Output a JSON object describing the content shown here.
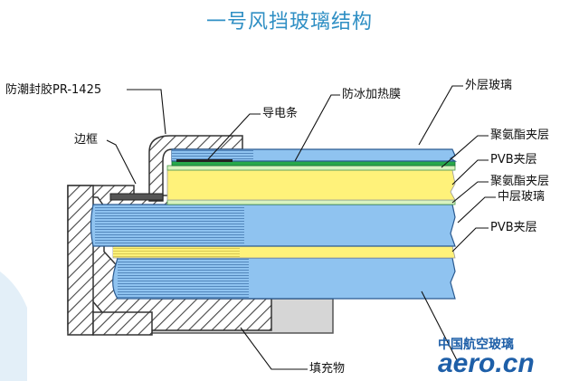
{
  "title": "一号风挡玻璃结构",
  "labels": {
    "moisture_seal": "防潮封胶PR-1425",
    "frame": "边框",
    "conductive_strip": "导电条",
    "anti_ice_film": "防冰加热膜",
    "outer_glass": "外层玻璃",
    "pu_interlayer_1": "聚氨酯夹层",
    "pvb_interlayer_1": "PVB夹层",
    "pu_interlayer_2": "聚氨酯夹层",
    "middle_glass": "中层玻璃",
    "pvb_interlayer_2": "PVB夹层",
    "filler": "填充物"
  },
  "watermark": {
    "cn": "中国航空玻璃",
    "en": "aero.cn"
  },
  "colors": {
    "title": "#2f8fc4",
    "glass": "#8fc3f0",
    "interlayer": "#fff27a",
    "film": "#27a84a",
    "frame_hatch": "#444444",
    "filler": "#d6d6d6",
    "watermark": "#1e5fa8"
  }
}
